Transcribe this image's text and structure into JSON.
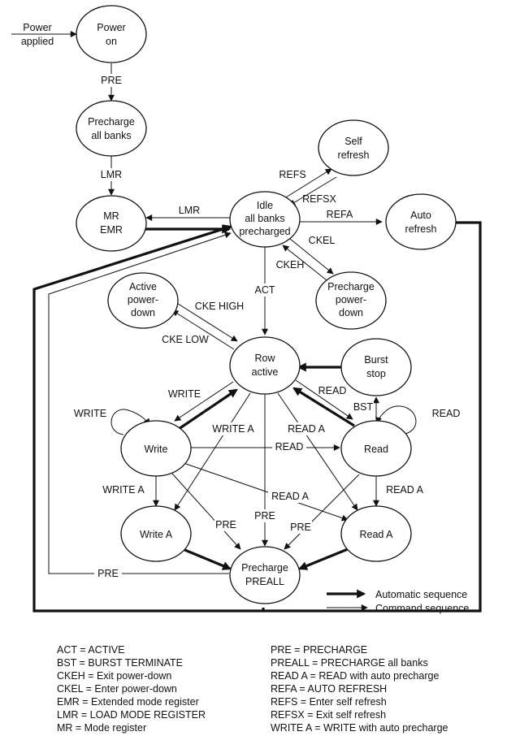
{
  "diagram": {
    "nodes": {
      "power_on": [
        "Power",
        "on"
      ],
      "precharge_all": [
        "Precharge",
        "all banks"
      ],
      "mr_emr": [
        "MR",
        "EMR"
      ],
      "idle": [
        "Idle",
        "all banks",
        "precharged"
      ],
      "self_refresh": [
        "Self",
        "refresh"
      ],
      "auto_refresh": [
        "Auto",
        "refresh"
      ],
      "precharge_pd": [
        "Precharge",
        "power-",
        "down"
      ],
      "active_pd": [
        "Active",
        "power-",
        "down"
      ],
      "row_active": [
        "Row",
        "active"
      ],
      "burst_stop": [
        "Burst",
        "stop"
      ],
      "write": [
        "Write"
      ],
      "read": [
        "Read"
      ],
      "write_a": [
        "Write A"
      ],
      "read_a": [
        "Read A"
      ],
      "precharge_preall": [
        "Precharge",
        "PREALL"
      ]
    },
    "edge_labels": {
      "power_applied": [
        "Power",
        "applied"
      ],
      "pre_1": "PRE",
      "lmr_1": "LMR",
      "lmr_2": "LMR",
      "refs": "REFS",
      "refsx": "REFSX",
      "refa": "REFA",
      "ckel": "CKEL",
      "ckeh": "CKEH",
      "act": "ACT",
      "cke_high": "CKE HIGH",
      "cke_low": "CKE LOW",
      "write_1": "WRITE",
      "write_loop": "WRITE",
      "read_1": "READ",
      "read_loop": "READ",
      "bst": "BST",
      "write_a_1": "WRITE A",
      "read_a_1": "READ A",
      "read_2": "READ",
      "write_a_2": "WRITE A",
      "read_a_2": "READ A",
      "read_a_3": "READ A",
      "pre_2": "PRE",
      "pre_3": "PRE",
      "pre_4": "PRE",
      "pre_5": "PRE"
    },
    "legend": {
      "automatic": "Automatic sequence",
      "command": "Command sequence"
    }
  },
  "abbreviations": {
    "left": [
      "ACT = ACTIVE",
      "BST = BURST TERMINATE",
      "CKEH = Exit power-down",
      "CKEL = Enter power-down",
      "EMR = Extended mode register",
      "LMR = LOAD MODE REGISTER",
      "MR = Mode register"
    ],
    "right": [
      "PRE = PRECHARGE",
      "PREALL = PRECHARGE all banks",
      "READ A = READ with auto precharge",
      "REFA = AUTO REFRESH",
      "REFS = Enter self refresh",
      "REFSX = Exit self refresh",
      "WRITE A = WRITE with auto precharge"
    ]
  }
}
